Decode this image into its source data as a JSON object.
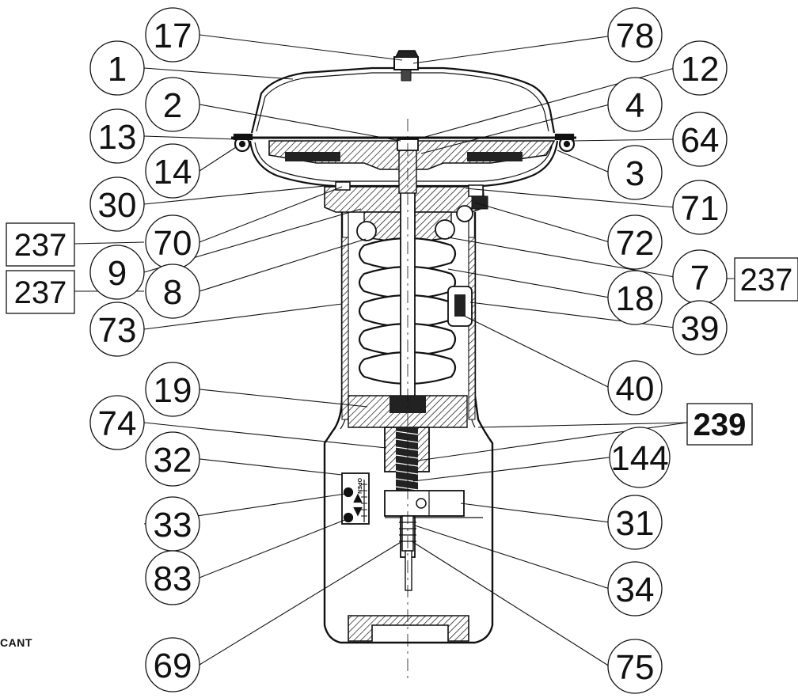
{
  "diagram": {
    "callouts": {
      "c17": "17",
      "c78": "78",
      "c1": "1",
      "c12": "12",
      "c2": "2",
      "c4": "4",
      "c13": "13",
      "c64": "64",
      "c14": "14",
      "c3": "3",
      "c30": "30",
      "c71": "71",
      "c70": "70",
      "c72": "72",
      "c9": "9",
      "c7": "7",
      "c8": "8",
      "c18": "18",
      "c73": "73",
      "c39": "39",
      "c19": "19",
      "c40": "40",
      "c74": "74",
      "c32": "32",
      "c144": "144",
      "c33": "33",
      "c31": "31",
      "c83": "83",
      "c34": "34",
      "c69": "69",
      "c75": "75"
    },
    "boxed_labels": {
      "b237_left_top": "237",
      "b237_left_bottom": "237",
      "b237_right": "237",
      "b239": "239"
    },
    "scale_text": "OPEN",
    "footnote": "CANT"
  }
}
